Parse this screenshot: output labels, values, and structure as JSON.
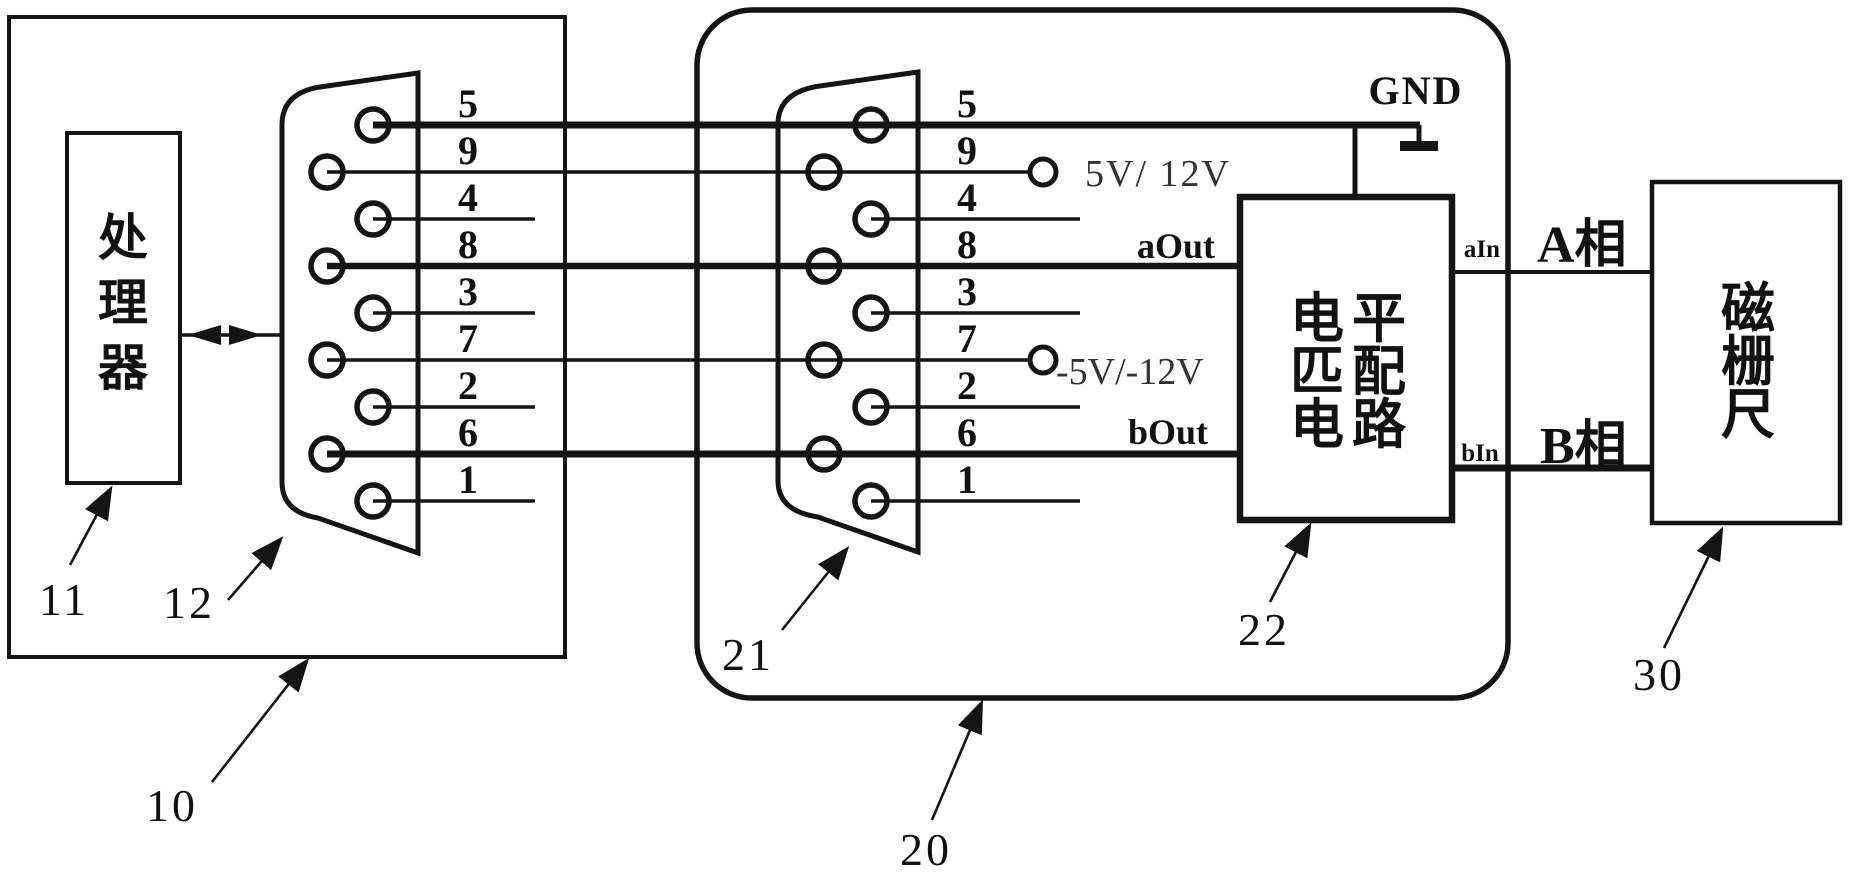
{
  "diagram": {
    "refs": {
      "host": "10",
      "processor": "11",
      "left_connector": "12",
      "adapter": "20",
      "right_connector": "21",
      "matcher": "22",
      "scale": "30"
    },
    "processor": {
      "chars": [
        "处",
        "理",
        "器"
      ],
      "label": "处理器"
    },
    "matcher": {
      "rows": [
        "电平",
        "匹配",
        "电路"
      ],
      "label": "电平匹配电路"
    },
    "scale": {
      "chars": [
        "磁",
        "栅",
        "尺"
      ],
      "label": "磁栅尺"
    },
    "pins": [
      "5",
      "9",
      "4",
      "8",
      "3",
      "7",
      "2",
      "6",
      "1"
    ],
    "signals": {
      "gnd": "GND",
      "v_positive": "5V/ 12V",
      "v_negative": "-5V/-12V",
      "a_out": "aOut",
      "b_out": "bOut",
      "a_in": "aIn",
      "b_in": "bIn",
      "phase_a": "A相",
      "phase_b": "B相"
    }
  },
  "colors": {
    "ink": "#141414",
    "paper": "#ffffff",
    "faded": "#333333"
  }
}
